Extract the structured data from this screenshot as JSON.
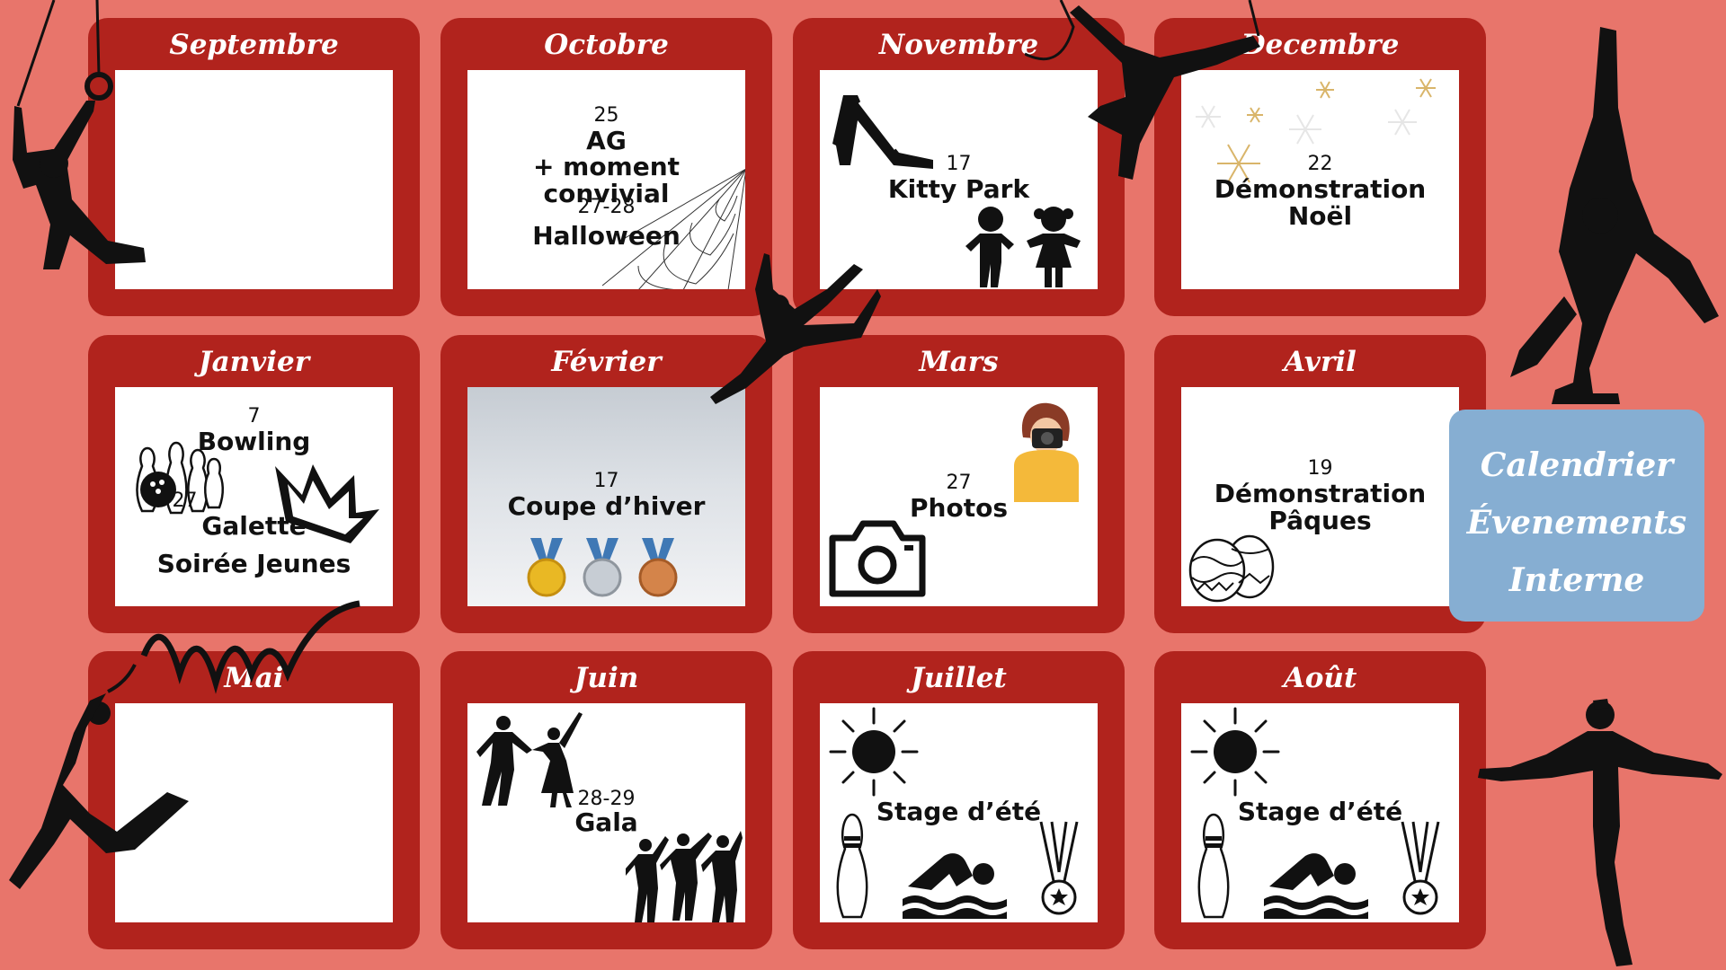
{
  "months": [
    {
      "name": "Septembre"
    },
    {
      "name": "Octobre",
      "event1": {
        "date": "25",
        "label": "AG",
        "label2": "+ moment convivial"
      },
      "event2": {
        "date": "27-28",
        "label": "Halloween"
      }
    },
    {
      "name": "Novembre",
      "event1": {
        "date": "17",
        "label": "Kitty Park"
      }
    },
    {
      "name": "Decembre",
      "event1": {
        "date": "22",
        "label": "Démonstration Noël"
      }
    },
    {
      "name": "Janvier",
      "event1": {
        "date": "7",
        "label": "Bowling"
      },
      "event2": {
        "date": "27",
        "label": "Galette",
        "label2": "Soirée Jeunes"
      }
    },
    {
      "name": "Février",
      "event1": {
        "date": "17",
        "label": "Coupe d’hiver"
      }
    },
    {
      "name": "Mars",
      "event1": {
        "date": "27",
        "label": "Photos"
      }
    },
    {
      "name": "Avril",
      "event1": {
        "date": "19",
        "label": "Démonstration",
        "label2": "Pâques"
      }
    },
    {
      "name": "Mai"
    },
    {
      "name": "Juin",
      "event1": {
        "date": "28-29",
        "label": "Gala"
      }
    },
    {
      "name": "Juillet",
      "event1": {
        "label": "Stage d’été"
      }
    },
    {
      "name": "Août",
      "event1": {
        "label": "Stage d’été"
      }
    }
  ],
  "title_card": {
    "line1": "Calendrier",
    "line2": "Évenements",
    "line3": "Interne"
  },
  "colors": {
    "background": "#e8756b",
    "month_frame": "#b1231d",
    "title_card": "#86aed2"
  },
  "icons": [
    "ring-gymnast-silhouette",
    "slide-icon",
    "children-icon",
    "snowflake-icon",
    "spider-web-icon",
    "leaping-gymnast-silhouette",
    "bowling-pins-icon",
    "crown-icon",
    "medals-icon",
    "camera-icon",
    "photographer-icon",
    "easter-eggs-icon",
    "ribbon-gymnast-silhouette",
    "dancers-icon",
    "sun-icon",
    "bowling-pin-icon",
    "swimmer-icon",
    "medal-icon",
    "handstand-gymnast-silhouette",
    "balance-gymnast-silhouette"
  ]
}
